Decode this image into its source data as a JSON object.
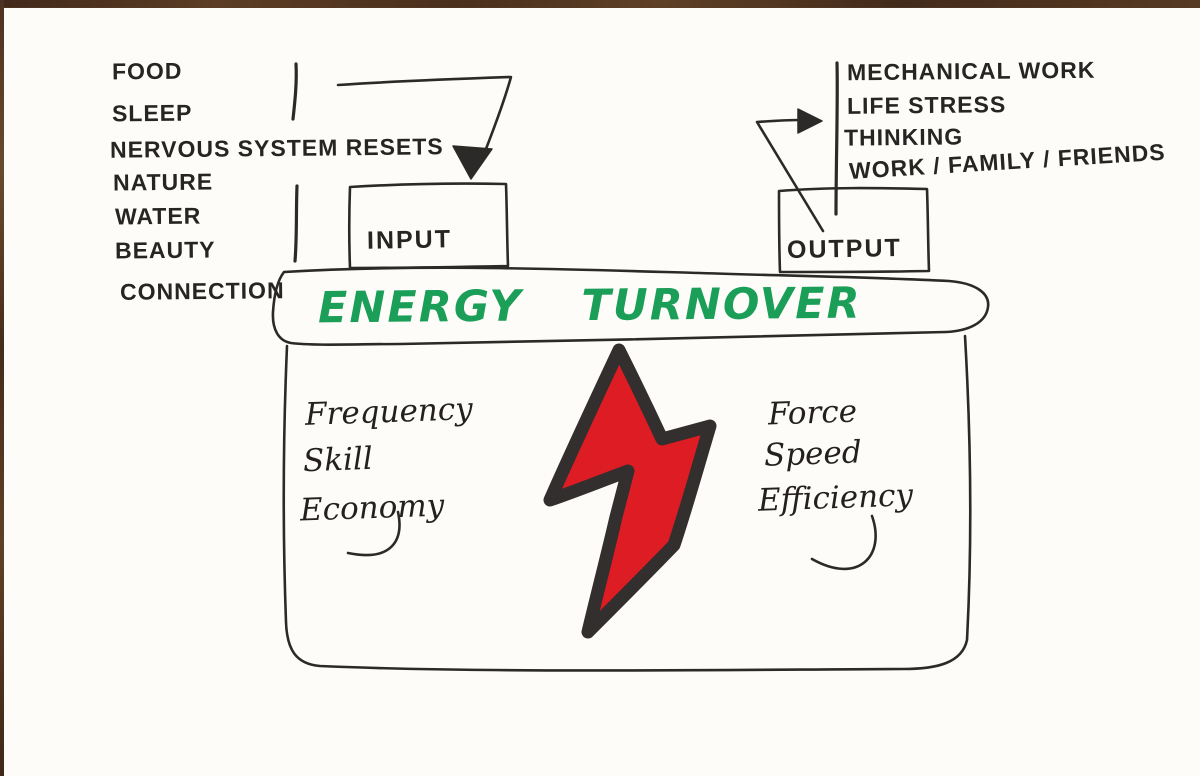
{
  "sketch": {
    "title": "ENERGY TURNOVER",
    "input_box_label": "INPUT",
    "output_box_label": "OUTPUT"
  },
  "input_list": {
    "items": [
      "FOOD",
      "SLEEP",
      "NERVOUS SYSTEM RESETS",
      "NATURE",
      "WATER",
      "BEAUTY",
      "CONNECTION"
    ]
  },
  "output_list": {
    "items": [
      "MECHANICAL WORK",
      "LIFE STRESS",
      "THINKING",
      "WORK / FAMILY / FRIENDS"
    ]
  },
  "inner_left_list": {
    "items": [
      "Frequency",
      "Skill",
      "Economy"
    ]
  },
  "inner_right_list": {
    "items": [
      "Force",
      "Speed",
      "Efficiency"
    ]
  },
  "icons": {
    "bolt": "lightning-bolt"
  },
  "colors": {
    "marker_green": "#1b9e57",
    "bolt_red": "#de1c24",
    "bolt_outline": "#332f2e",
    "ink": "#2b2a28",
    "paper": "#fdfcf8",
    "wood": "#4e3421"
  }
}
